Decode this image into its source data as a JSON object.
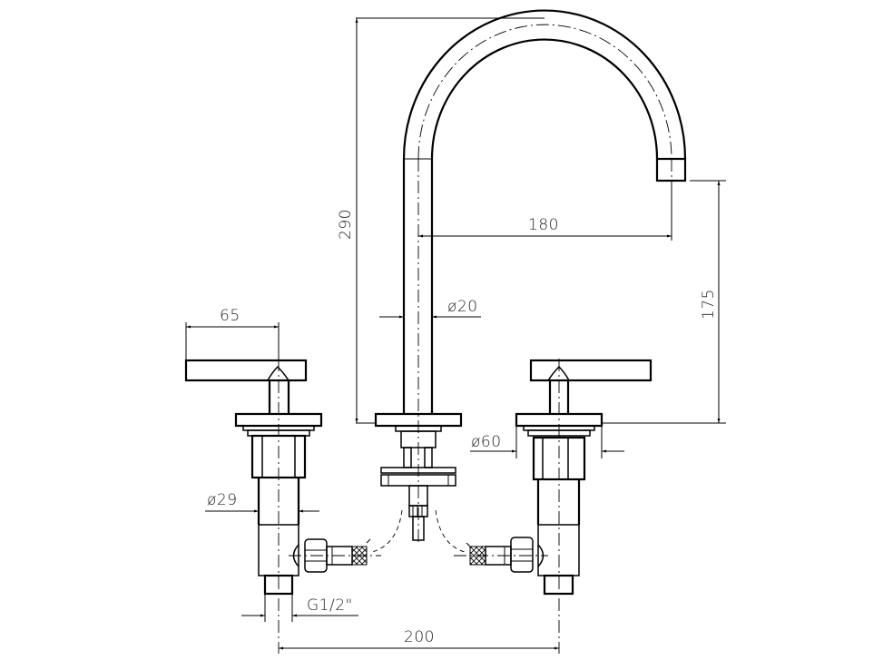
{
  "drawing": {
    "title": "Three-hole deck mounted basin mixer - technical drawing",
    "colors": {
      "line": "#000000",
      "background": "#ffffff",
      "text": "#222222"
    },
    "dimensions": {
      "total_height": "290",
      "spout_reach": "180",
      "spout_outlet_height": "175",
      "spout_tube_diameter": "ø20",
      "handle_length": "65",
      "escutcheon_diameter": "ø60",
      "valve_body_diameter": "ø29",
      "inlet_thread": "G1/2\"",
      "centres_spacing": "200"
    },
    "components": [
      {
        "name": "Swan-neck spout",
        "position": "center"
      },
      {
        "name": "Lever handle valve",
        "position": "left"
      },
      {
        "name": "Lever handle valve",
        "position": "right"
      },
      {
        "name": "Flexible hose connector",
        "position": "left"
      },
      {
        "name": "Flexible hose connector",
        "position": "right"
      }
    ]
  }
}
